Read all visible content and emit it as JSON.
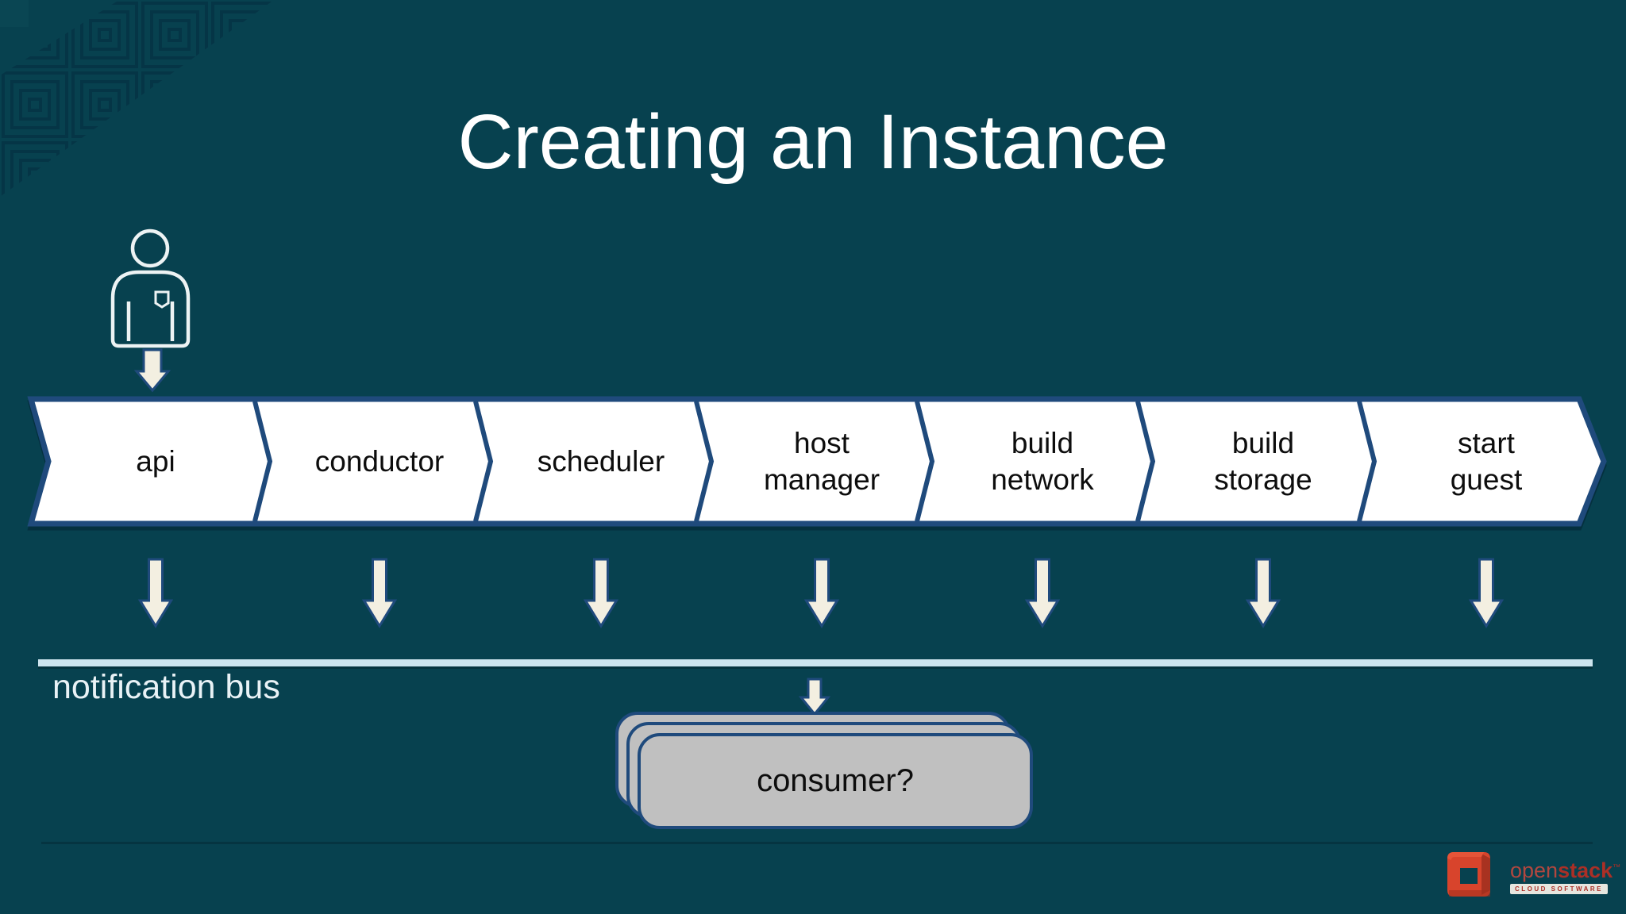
{
  "slide": {
    "title": "Creating an Instance"
  },
  "flow": {
    "steps": [
      {
        "label": "api"
      },
      {
        "label": "conductor"
      },
      {
        "label": "scheduler"
      },
      {
        "label": "host\nmanager"
      },
      {
        "label": "build\nnetwork"
      },
      {
        "label": "build\nstorage"
      },
      {
        "label": "start\nguest"
      }
    ]
  },
  "bus": {
    "label": "notification bus"
  },
  "consumer": {
    "label": "consumer?"
  },
  "logo": {
    "name_open": "open",
    "name_stack": "stack",
    "trademark": "™",
    "tagline": "CLOUD SOFTWARE"
  },
  "icons": {
    "actor": "person-outline-icon",
    "flow_arrow": "down-arrow-icon",
    "pattern": "concentric-squares-decoration",
    "brand": "openstack-cube-logo-icon"
  },
  "colors": {
    "bg": "#07414F",
    "pattern": "#053546",
    "navy": "#1F4A7C",
    "white": "#FFFFFF",
    "cream": "#F3EFE1",
    "busline": "#CDE4EE",
    "bustext": "#E9F2F6",
    "card": "#C0C0C0",
    "ink": "#0D0D0D",
    "cornerblock": "#0A4653",
    "shadowline": "#053441",
    "logored": "#D8442C",
    "logodark": "#A02F1E",
    "logoopen": "#B2473F",
    "logostack": "#AB2F26",
    "badgebg": "#E6E6DF"
  }
}
